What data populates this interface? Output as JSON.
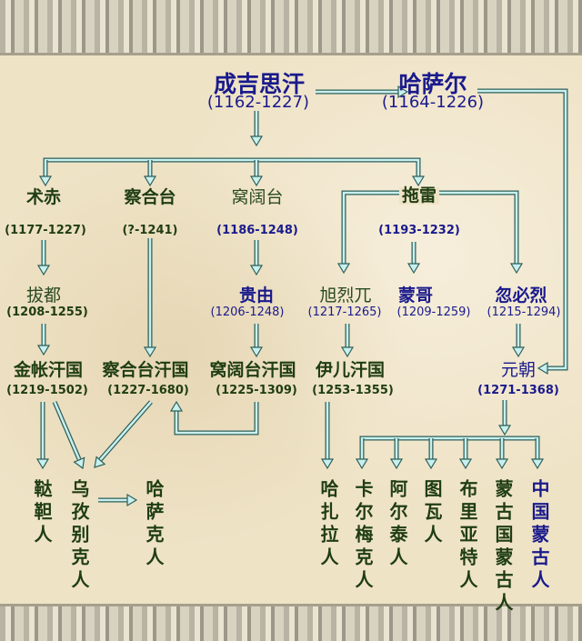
{
  "colors": {
    "background": "#efe3c6",
    "green_text": "#1f3d12",
    "blue_text": "#1a1a8c",
    "arrow_fill": "#c8f0ee",
    "arrow_outline": "#2d5f5a"
  },
  "root": {
    "name": "成吉思汗",
    "dates": "(1162-1227)"
  },
  "brother": {
    "name": "哈萨尔",
    "dates": "(1164-1226)"
  },
  "sons": [
    {
      "name": "术赤",
      "dates": "(1177-1227)"
    },
    {
      "name": "察合台",
      "dates": "(?-1241)"
    },
    {
      "name": "窝阔台",
      "dates": "(1186-1248)"
    },
    {
      "name": "拖雷",
      "dates": "(1193-1232)"
    }
  ],
  "grandsons": [
    {
      "name": "拔都",
      "dates": "(1208-1255)"
    },
    {
      "name": "贵由",
      "dates": "(1206-1248)"
    },
    {
      "name": "旭烈兀",
      "dates": "(1217-1265)"
    },
    {
      "name": "蒙哥",
      "dates": "(1209-1259)"
    },
    {
      "name": "忽必烈",
      "dates": "(1215-1294)"
    }
  ],
  "states": [
    {
      "name": "金帐汗国",
      "dates": "(1219-1502)"
    },
    {
      "name": "察合台汗国",
      "dates": "(1227-1680)"
    },
    {
      "name": "窝阔台汗国",
      "dates": "(1225-1309)"
    },
    {
      "name": "伊儿汗国",
      "dates": "(1253-1355)"
    },
    {
      "name": "元朝",
      "dates": "(1271-1368)"
    }
  ],
  "peoples": [
    "鞑靼人",
    "乌孜别克人",
    "哈萨克人",
    "哈扎拉人",
    "卡尔梅克人",
    "阿尔泰人",
    "图瓦人",
    "布里亚特人",
    "蒙古国蒙古人",
    "中国蒙古人"
  ]
}
